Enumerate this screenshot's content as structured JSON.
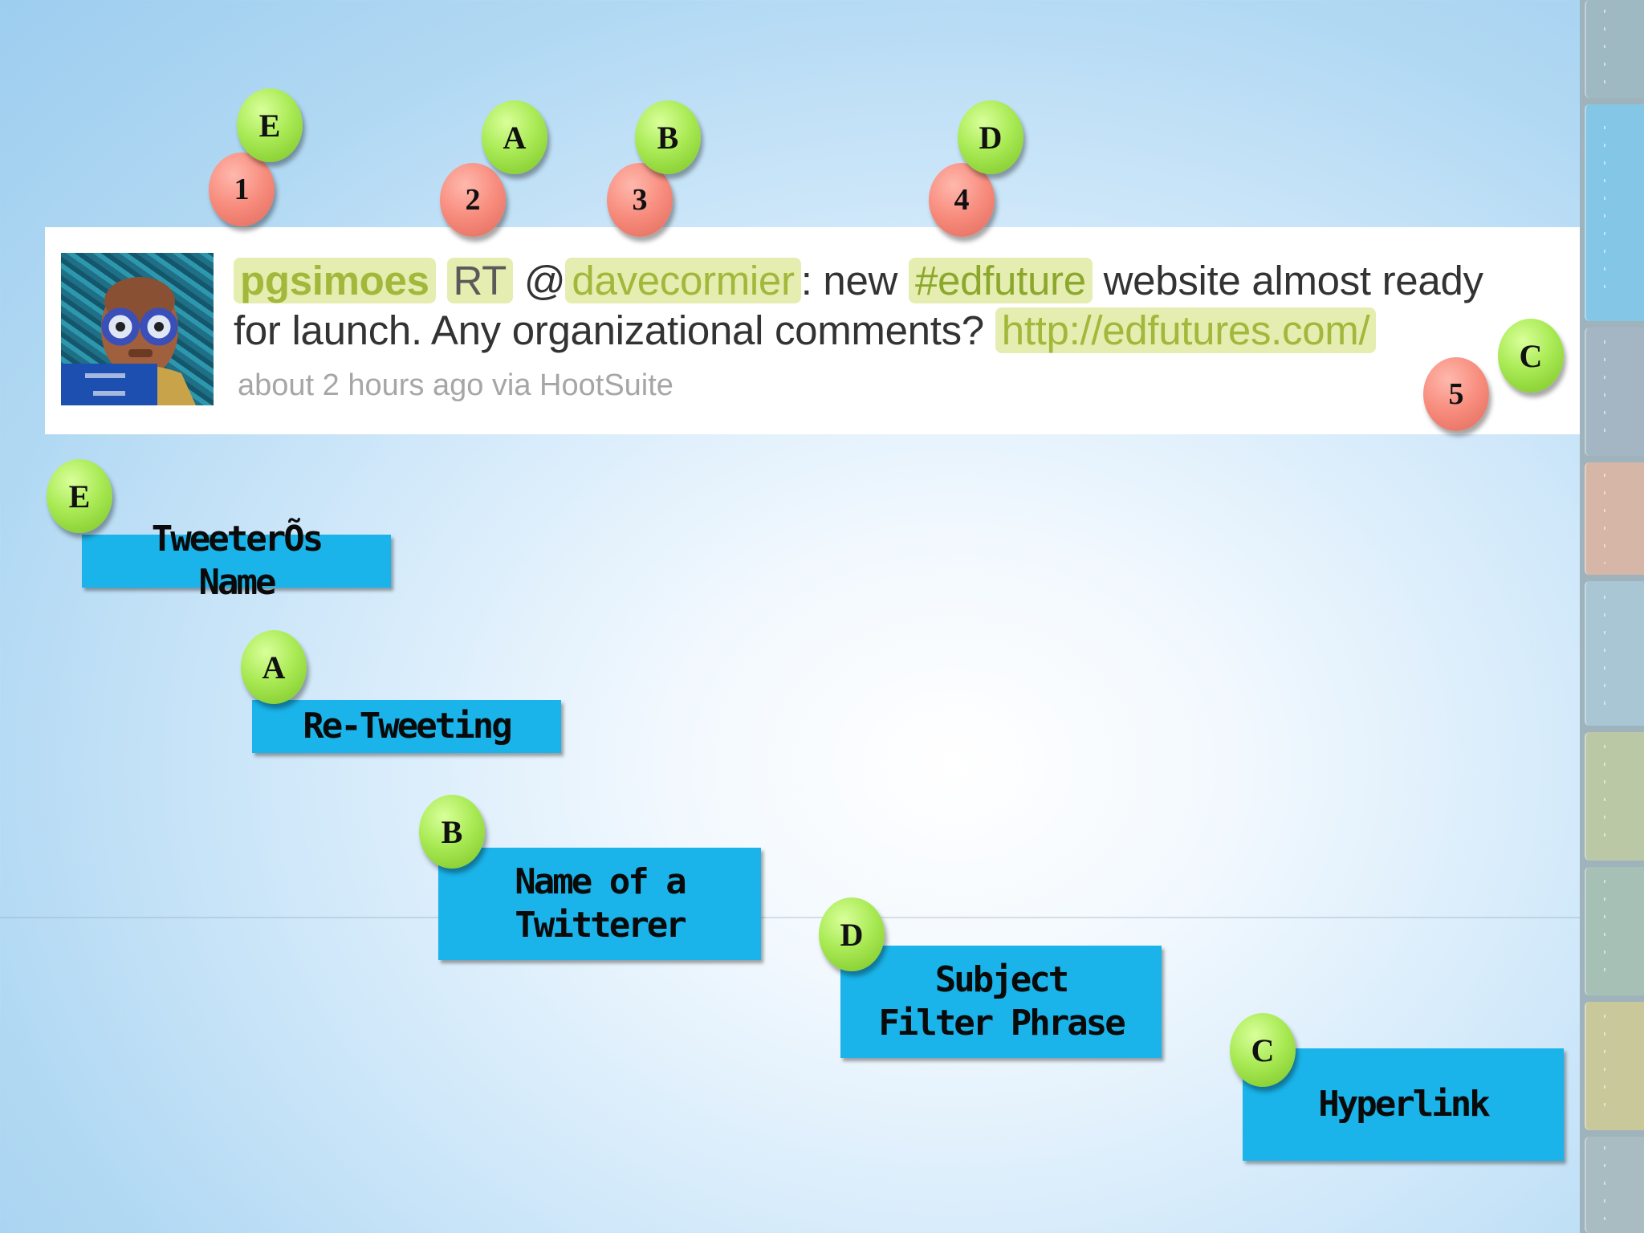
{
  "tweet": {
    "username": "pgsimoes",
    "rt": "RT",
    "at": "@",
    "mention": "davecormier",
    "colon_new": ": new",
    "hashtag": "#edfuture",
    "line1_rest": "website almost ready",
    "line2": "for launch. Any organizational comments?",
    "url": "http://edfutures.com/",
    "meta": "about 2 hours ago via HootSuite"
  },
  "markers": {
    "green": [
      "E",
      "A",
      "B",
      "D",
      "C"
    ],
    "red": [
      "1",
      "2",
      "3",
      "4",
      "5"
    ]
  },
  "labels": [
    {
      "letter": "E",
      "text": "TweeterÕs\nName"
    },
    {
      "letter": "A",
      "text": "Re-Tweeting"
    },
    {
      "letter": "B",
      "text": "Name of a\nTwitterer"
    },
    {
      "letter": "D",
      "text": "Subject\nFilter Phrase"
    },
    {
      "letter": "C",
      "text": "Hyperlink"
    }
  ],
  "colors": {
    "box": "#1ab4ea",
    "highlight": "#d0de70",
    "green_badge": "#a9ea55",
    "red_badge": "#f78b7c"
  }
}
